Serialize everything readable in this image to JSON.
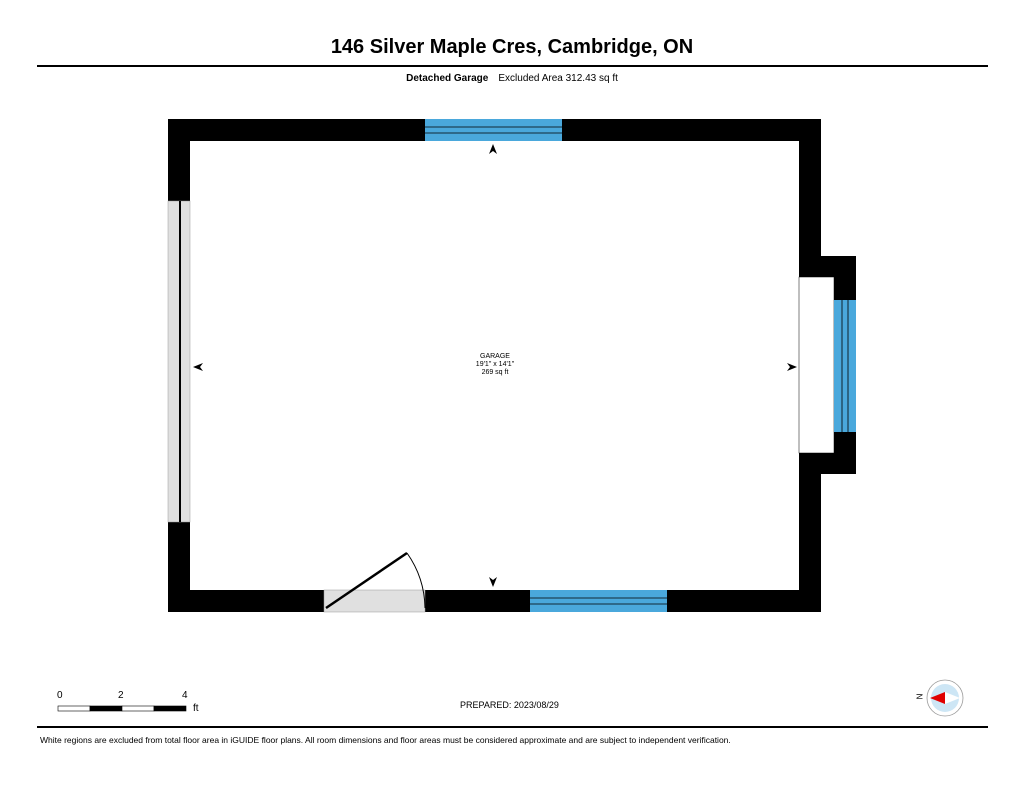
{
  "header": {
    "title": "146 Silver Maple Cres, Cambridge, ON",
    "level": "Detached Garage",
    "excluded_area": "Excluded Area 312.43 sq ft"
  },
  "room": {
    "name": "GARAGE",
    "dimensions": "19'1\" x 14'1\"",
    "area": "269 sq ft"
  },
  "scale": {
    "ticks": [
      "0",
      "2",
      "4"
    ],
    "unit": "ft"
  },
  "compass": {
    "label": "N"
  },
  "prepared": "PREPARED: 2023/08/29",
  "footer": "White regions are excluded from total floor area in iGUIDE floor plans. All room dimensions and floor areas must be considered approximate and are subject to independent verification.",
  "colors": {
    "wall": "#000000",
    "window": "#4aa8dc",
    "door": "#e0e0e0",
    "compass": "#cde6f5",
    "needle": "#e00000"
  }
}
